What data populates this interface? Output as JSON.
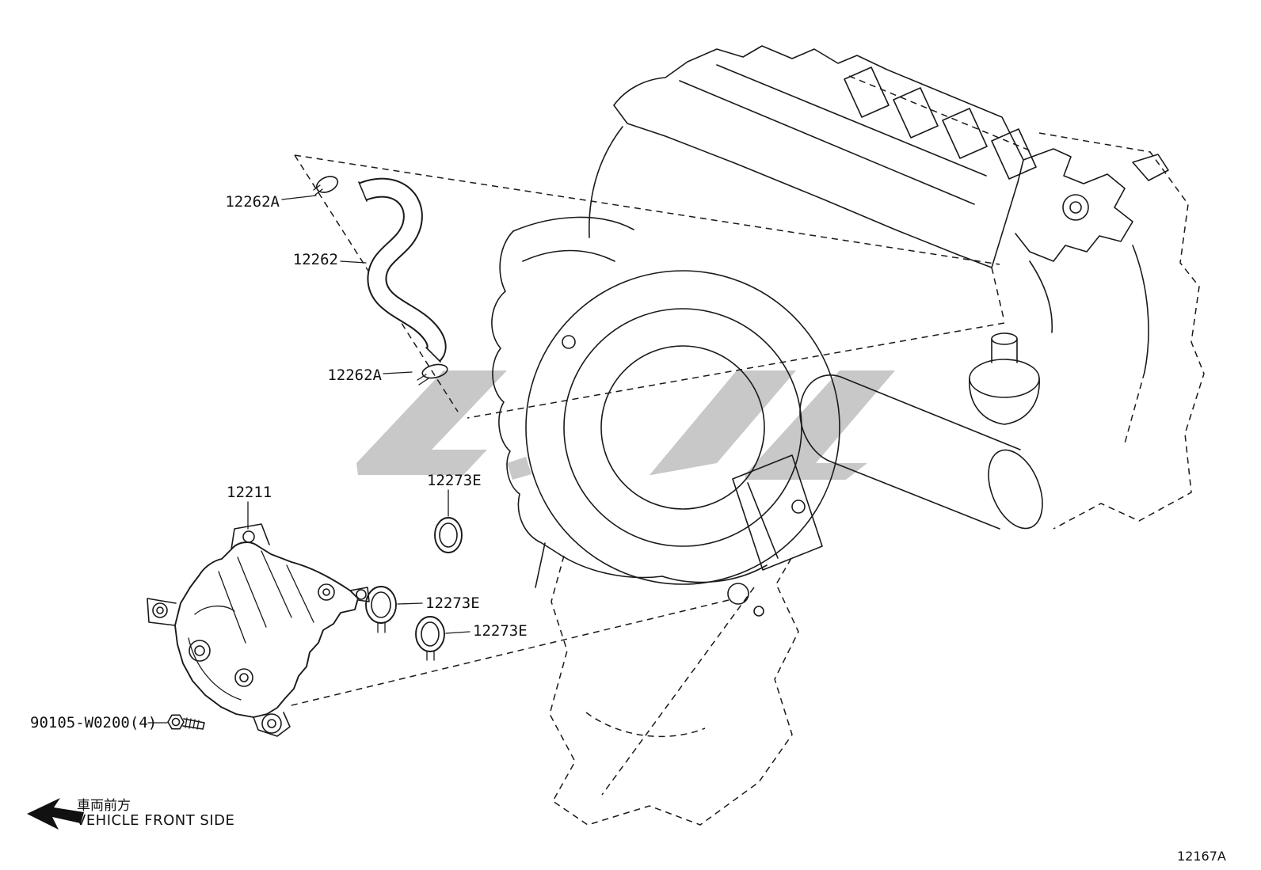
{
  "page": {
    "background": "#ffffff",
    "line_color": "#1a1a1a",
    "watermark_color": "#919191"
  },
  "callouts": [
    {
      "id": "hose-clamp-upper",
      "part_no": "12262A"
    },
    {
      "id": "ventilation-hose",
      "part_no": "12262"
    },
    {
      "id": "hose-clamp-lower",
      "part_no": "12262A"
    },
    {
      "id": "seal-upper",
      "part_no": "12273E"
    },
    {
      "id": "ventilation-case",
      "part_no": "12211"
    },
    {
      "id": "seal-middle",
      "part_no": "12273E"
    },
    {
      "id": "seal-lower",
      "part_no": "12273E"
    },
    {
      "id": "bolt",
      "part_no": "90105-W0200(4)"
    }
  ],
  "orientation": {
    "jp": "車両前方",
    "en": "VEHICLE FRONT SIDE"
  },
  "figure_code": "12167A"
}
